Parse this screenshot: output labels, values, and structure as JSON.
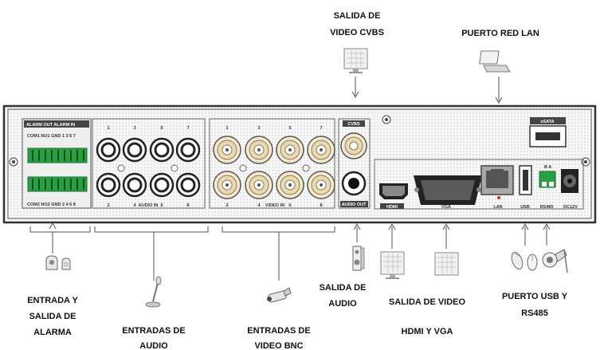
{
  "callouts": {
    "cvbs_out": [
      "SALIDA DE",
      "VIDEO CVBS"
    ],
    "lan_port": [
      "PUERTO RED LAN"
    ],
    "alarm": [
      "ENTRADA Y",
      "SALIDA DE",
      "ALARMA"
    ],
    "audio_in": [
      "ENTRADAS DE",
      "AUDIO"
    ],
    "video_bnc": [
      "ENTRADAS DE",
      "VIDEO BNC"
    ],
    "audio_out": [
      "SALIDA DE",
      "AUDIO"
    ],
    "hdmi_vga": [
      "SALIDA DE VIDEO",
      "HDMI Y VGA"
    ],
    "usb_rs485": [
      "PUERTO USB Y",
      "RS485"
    ]
  },
  "panel": {
    "alarm_header": "ALARM OUT ALARM IN",
    "alarm_top_pins": "COM1 NO1 GND 1 3 5 7",
    "alarm_bottom_pins": "COM2 NO2 GND 2 4 6 8",
    "audio_in_top_numbers": [
      "1",
      "3",
      "5",
      "7"
    ],
    "audio_in_bottom_numbers": [
      "2",
      "4",
      "6",
      "8"
    ],
    "audio_in_label": "AUDIO IN",
    "video_in_top_numbers": [
      "1",
      "3",
      "5",
      "7"
    ],
    "video_in_bottom_numbers": [
      "2",
      "4",
      "6",
      "8"
    ],
    "video_in_label": "VIDEO IN",
    "cvbs_label": "CVBS",
    "audio_out_label": "AUDIO OUT",
    "hdmi_label": "HDMI",
    "vga_label": "VGA",
    "lan_label": "LAN",
    "usb_label": "USB",
    "rs485_label": "RS485",
    "rs485_pins": "B A",
    "dc_label": "DC12V",
    "esata_label": "eSATA"
  },
  "icons": [
    "monitor-icon",
    "laptop-icon",
    "alarm-sensor-icon",
    "microphone-icon",
    "camera-icon",
    "speaker-icon",
    "usb-mouse-icon",
    "dome-camera-icon"
  ]
}
